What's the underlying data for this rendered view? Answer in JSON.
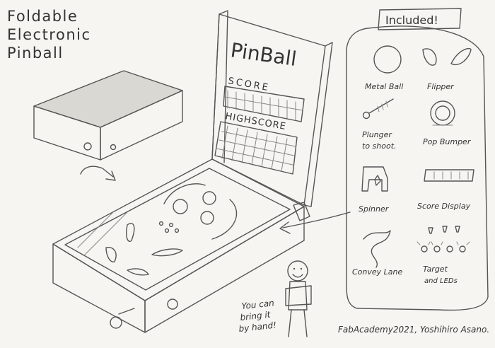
{
  "title": {
    "line1": "Foldable",
    "line2": "Electronic",
    "line3": "Pinball"
  },
  "backboard": {
    "logo": "PinBall",
    "score_label": "SCORE",
    "highscore_label": "HIGHSCORE"
  },
  "included": {
    "header": "Included!",
    "items": [
      {
        "label": "Metal Ball",
        "icon": "metal-ball-icon"
      },
      {
        "label": "Flipper",
        "icon": "flipper-icon"
      },
      {
        "label_line1": "Plunger",
        "label_line2": "to shoot.",
        "icon": "plunger-icon"
      },
      {
        "label": "Pop Bumper",
        "icon": "pop-bumper-icon"
      },
      {
        "label": "Spinner",
        "icon": "spinner-icon"
      },
      {
        "label": "Score Display",
        "icon": "score-display-icon"
      },
      {
        "label": "Convey Lane",
        "icon": "convey-lane-icon"
      },
      {
        "label_line1": "Target",
        "label_line2": "and LEDs",
        "icon": "target-led-icon"
      }
    ]
  },
  "carry_note": {
    "line1": "You can",
    "line2": "bring it",
    "line3": "by hand!"
  },
  "credit": "FabAcademy2021, Yoshihiro Asano.",
  "colors": {
    "paper": "#f6f5f1",
    "pencil": "#555555",
    "shade": "#d9d8d3"
  }
}
